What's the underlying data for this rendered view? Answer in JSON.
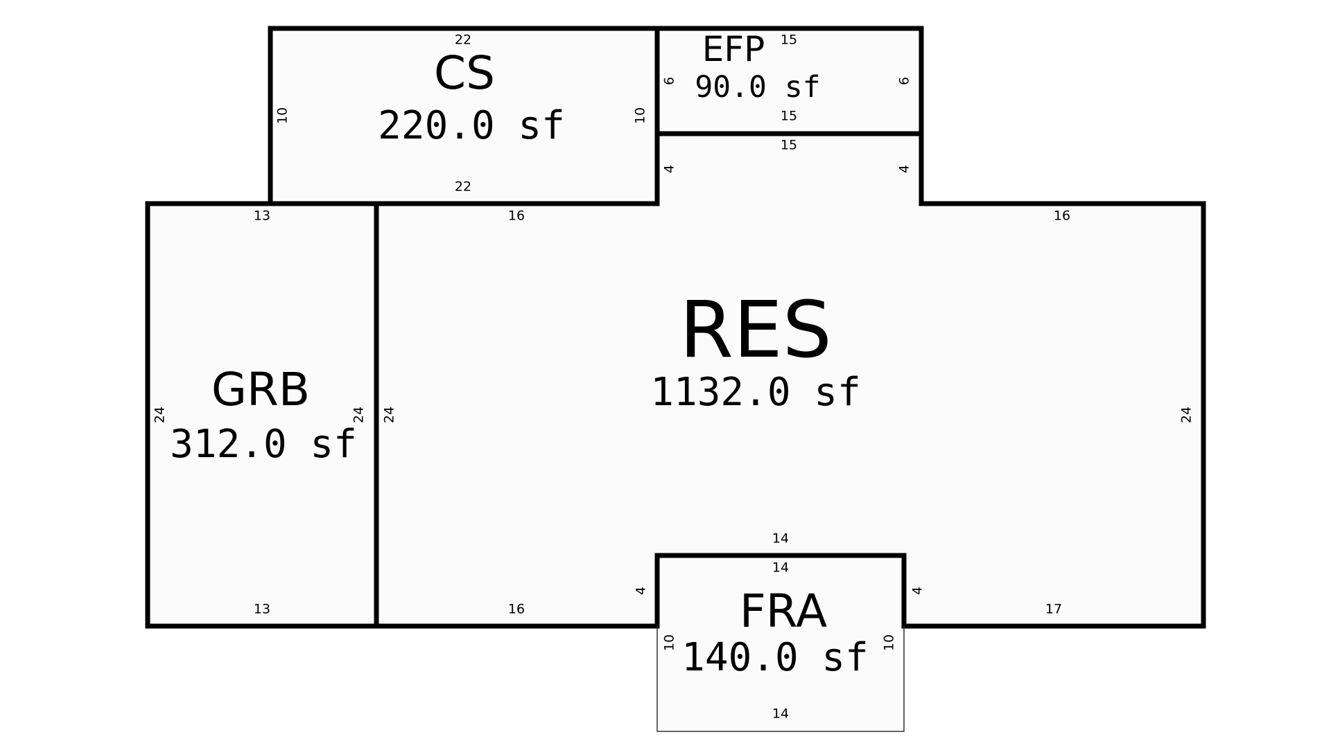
{
  "rooms": {
    "cs": {
      "name": "CS",
      "area": "220.0 sf"
    },
    "efp": {
      "name": "EFP",
      "area": "90.0 sf"
    },
    "res": {
      "name": "RES",
      "area": "1132.0 sf"
    },
    "grb": {
      "name": "GRB",
      "area": "312.0 sf"
    },
    "fra": {
      "name": "FRA",
      "area": "140.0 sf"
    }
  },
  "dimensions": {
    "cs": {
      "top": "22",
      "bottom": "22",
      "left": "10",
      "right": "10"
    },
    "efp": {
      "top": "15",
      "bottom": "15",
      "left": "6",
      "right": "6"
    },
    "grb": {
      "top": "13",
      "bottom": "13",
      "left": "24",
      "right": "24"
    },
    "res": {
      "top_left": "16",
      "notch_top": "15",
      "notch_left": "4",
      "notch_right": "4",
      "top_right": "16",
      "left": "24",
      "right": "24",
      "bottom_left": "16",
      "bottom_notch": "14",
      "bottom_notch_left": "4",
      "bottom_notch_right": "4",
      "bottom_right": "17"
    },
    "fra": {
      "top": "14",
      "bottom": "14",
      "left": "10",
      "right": "10"
    }
  }
}
